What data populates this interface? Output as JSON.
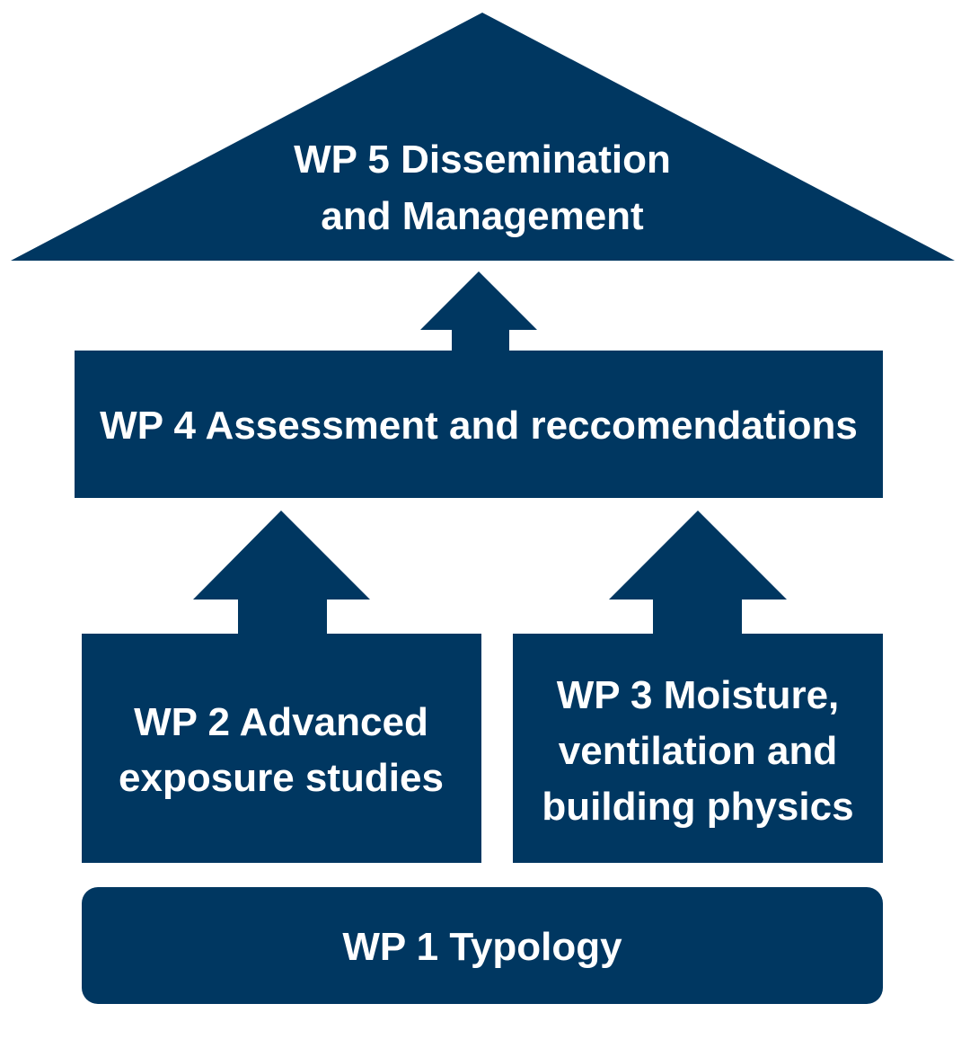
{
  "colors": {
    "shape_fill": "#003761",
    "text": "#ffffff",
    "background": "#ffffff"
  },
  "wp5": {
    "line1": "WP 5 Dissemination",
    "line2": "and Management"
  },
  "wp4": {
    "label": "WP 4 Assessment and reccomendations"
  },
  "wp2": {
    "line1": "WP 2 Advanced",
    "line2": "exposure studies"
  },
  "wp3": {
    "line1": "WP 3 Moisture,",
    "line2": "ventilation and",
    "line3": "building physics"
  },
  "wp1": {
    "label": "WP 1 Typology"
  }
}
